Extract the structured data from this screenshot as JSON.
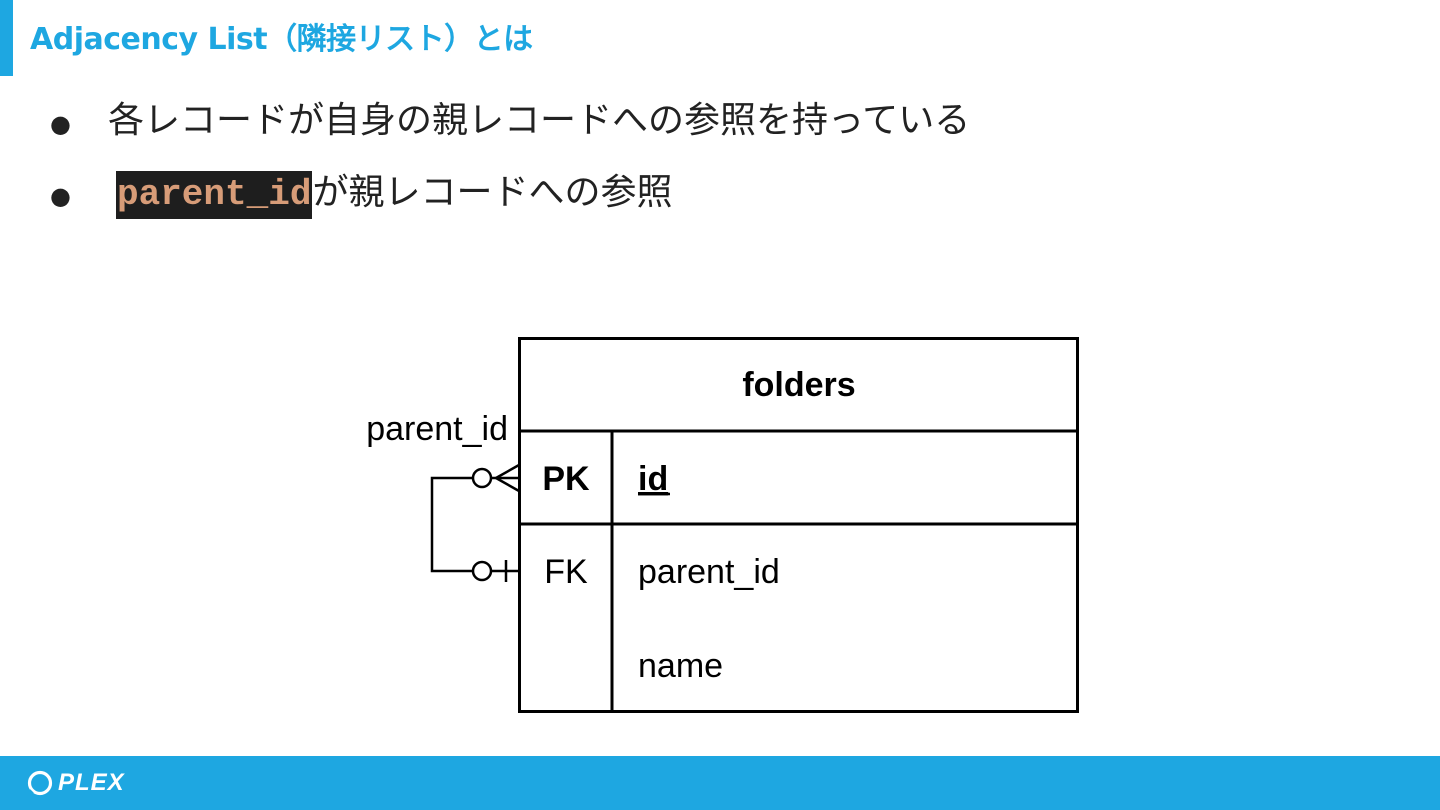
{
  "colors": {
    "accent": "#1ea7e1",
    "code_bg": "#1e1e1e",
    "code_fg": "#d79c78"
  },
  "slide": {
    "title": "Adjacency List（隣接リスト）とは",
    "bullets": [
      {
        "text": "各レコードが自身の親レコードへの参照を持っている"
      },
      {
        "code": "parent_id",
        "text": "が親レコードへの参照"
      }
    ]
  },
  "diagram": {
    "table_name": "folders",
    "rows": [
      {
        "key": "PK",
        "field": "id"
      },
      {
        "key": "FK",
        "field": "parent_id"
      },
      {
        "key": "",
        "field": "name"
      }
    ],
    "relationship_label": "parent_id",
    "relationship": {
      "from": "parent_id",
      "to": "id",
      "from_cardinality": "zero-or-one",
      "to_cardinality": "zero-or-many"
    }
  },
  "footer": {
    "logo_text": "PLEX",
    "logo_icon": "plex-logo-icon"
  }
}
